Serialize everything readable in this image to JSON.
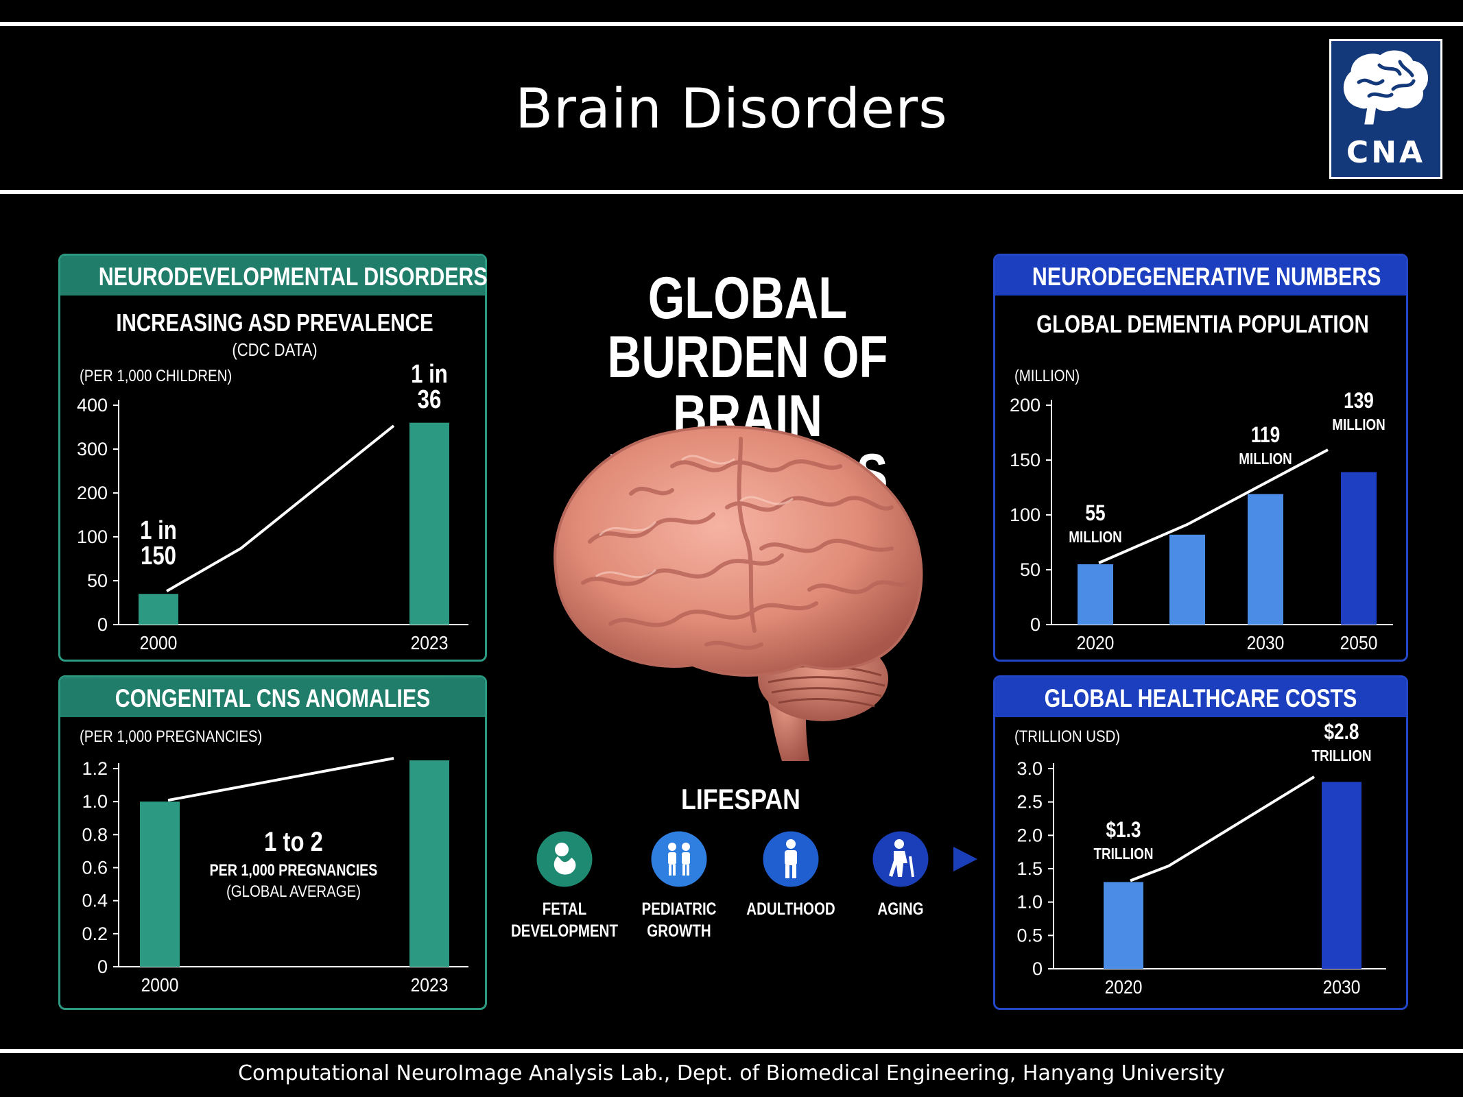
{
  "slide": {
    "title": "Brain Disorders",
    "logo_text": "CNA",
    "footer": "Computational NeuroImage Analysis Lab., Dept. of Biomedical Engineering, Hanyang University"
  },
  "center": {
    "title_line1": "GLOBAL BURDEN OF",
    "title_line2": "BRAIN DISORDERS",
    "lifespan_title": "LIFESPAN",
    "stages": [
      {
        "label": "FETAL\nDEVELOPMENT",
        "icon": "fetus-icon",
        "color": "#1f8a72"
      },
      {
        "label": "PEDIATRIC\nGROWTH",
        "icon": "children-icon",
        "color": "#2f7fe0"
      },
      {
        "label": "ADULTHOOD",
        "icon": "adult-icon",
        "color": "#1f5fd0"
      },
      {
        "label": "AGING",
        "icon": "elderly-icon",
        "color": "#1a3fb8"
      }
    ]
  },
  "colors": {
    "teal": "#2c9a82",
    "teal_header": "#1f7d6a",
    "blue_header": "#1c3fc0",
    "light_blue_bar": "#4a8ce6",
    "dark_blue_bar": "#1f3fc2"
  },
  "chart_data": [
    {
      "id": "asd",
      "type": "bar",
      "panel_title": "NEURODEVELOPMENTAL DISORDERS",
      "title": "INCREASING ASD PREVALENCE",
      "subtitle": "(CDC DATA)",
      "ylabel": "(PER 1,000 CHILDREN)",
      "categories": [
        "2000",
        "2023"
      ],
      "values": [
        35,
        360
      ],
      "yticks": [
        "400",
        "300",
        "200",
        "100",
        "50",
        "0"
      ],
      "bar_labels": [
        [
          "1 in",
          "150"
        ],
        [
          "1 in",
          "36"
        ]
      ],
      "trend_line": true
    },
    {
      "id": "cns",
      "type": "bar",
      "panel_title": "CONGENITAL CNS ANOMALIES",
      "ylabel": "(PER 1,000 PREGNANCIES)",
      "categories": [
        "2000",
        "2023"
      ],
      "values": [
        1.0,
        1.25
      ],
      "ylim": [
        0,
        1.2
      ],
      "yticks": [
        "1.2",
        "1.0",
        "0.8",
        "0.6",
        "0.4",
        "0.2",
        "0"
      ],
      "annotation": [
        "1 to 2",
        "PER 1,000 PREGNANCIES",
        "(GLOBAL AVERAGE)"
      ],
      "trend_line": true
    },
    {
      "id": "dementia",
      "type": "bar",
      "panel_title": "NEURODEGENERATIVE NUMBERS",
      "title": "GLOBAL DEMENTIA POPULATION",
      "ylabel": "(MILLION)",
      "categories": [
        "2020",
        "",
        "2030",
        "2050"
      ],
      "values": [
        55,
        82,
        119,
        139
      ],
      "ylim": [
        0,
        200
      ],
      "yticks": [
        "200",
        "150",
        "100",
        "50",
        "0"
      ],
      "bar_labels": [
        [
          "55",
          "MILLION"
        ],
        null,
        [
          "119",
          "MILLION"
        ],
        [
          "139",
          "MILLION"
        ]
      ],
      "trend_line": true
    },
    {
      "id": "costs",
      "type": "bar",
      "panel_title": "GLOBAL HEALTHCARE COSTS",
      "ylabel": "(TRILLION USD)",
      "categories": [
        "2020",
        "2030"
      ],
      "values": [
        1.3,
        2.8
      ],
      "ylim": [
        0,
        3.0
      ],
      "yticks": [
        "3.0",
        "2.5",
        "2.0",
        "1.5",
        "1.0",
        "0.5",
        "0"
      ],
      "bar_labels": [
        [
          "$1.3",
          "TRILLION"
        ],
        [
          "$2.8",
          "TRILLION"
        ]
      ],
      "trend_line": true
    }
  ]
}
